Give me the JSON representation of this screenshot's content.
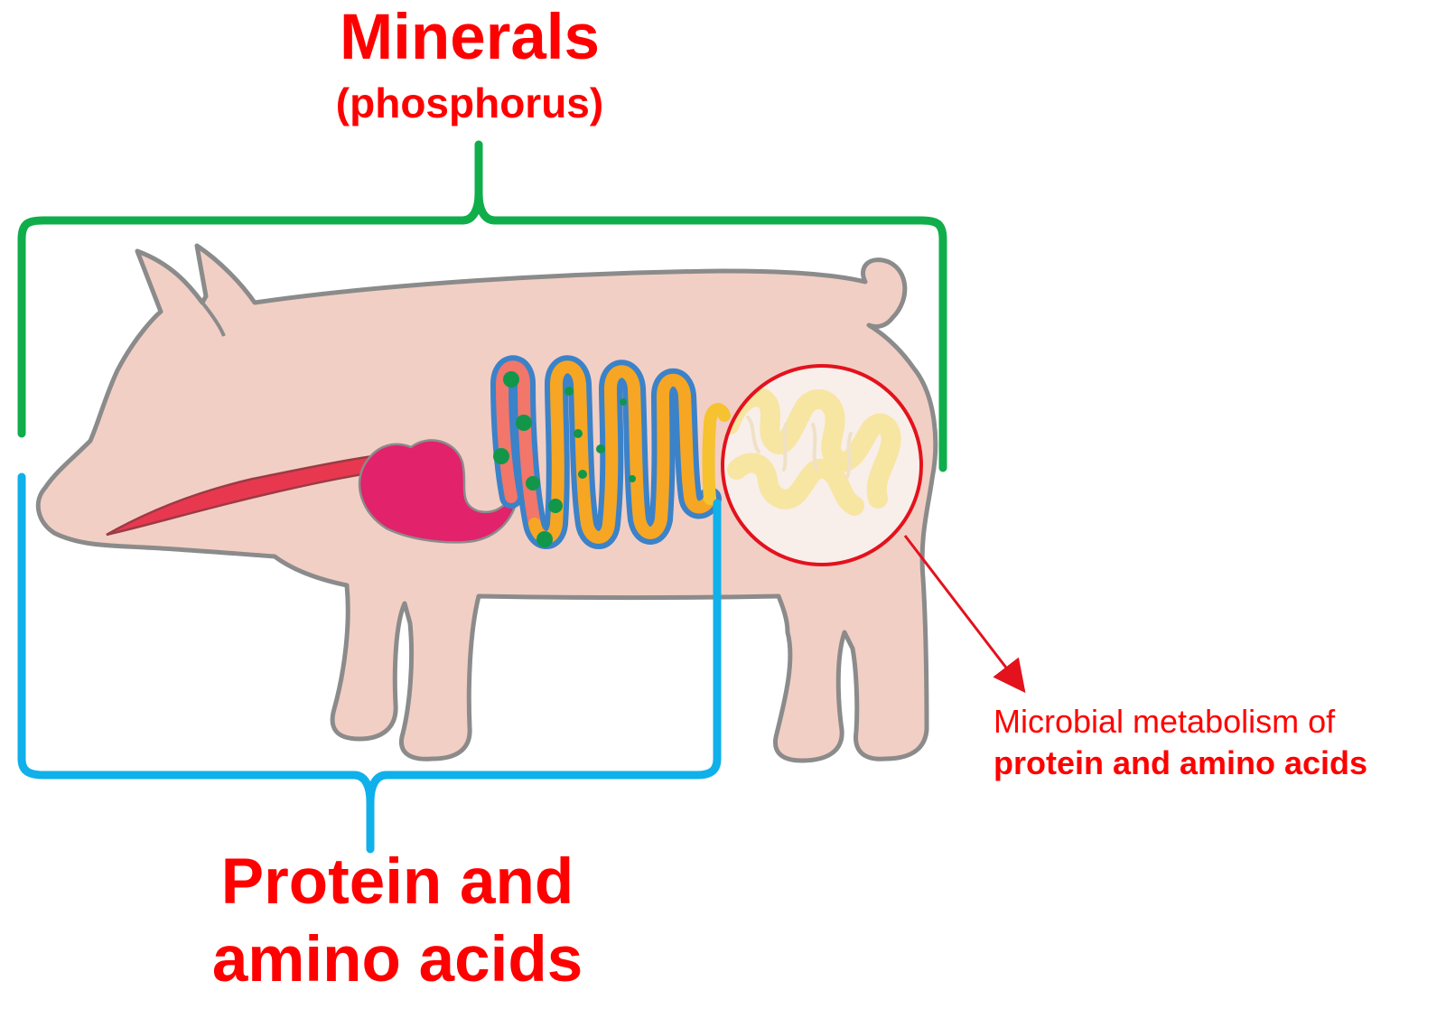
{
  "top_label": {
    "title": "Minerals",
    "subtitle": "(phosphorus)",
    "bracket_color": "#0fae4b"
  },
  "bottom_label": {
    "line1": "Protein and",
    "line2": "amino acids",
    "bracket_color": "#10b0ea"
  },
  "callout": {
    "line1": "Microbial metabolism of",
    "line2": "protein and amino acids",
    "color": "#ff0000"
  },
  "colors": {
    "label_red": "#ff0000",
    "pig_body": "#f2cfc5",
    "pig_outline": "#8b8b8b",
    "esophagus": "#e8384f",
    "stomach": "#e2226b",
    "small_intestine_outline": "#3b82c9",
    "small_intestine_fill_proximal": "#f2766a",
    "small_intestine_fill_distal": "#f6a623",
    "absorption_dots": "#12964a",
    "large_intestine": "#f6e39a",
    "magnifier_ring": "#e3121d"
  }
}
